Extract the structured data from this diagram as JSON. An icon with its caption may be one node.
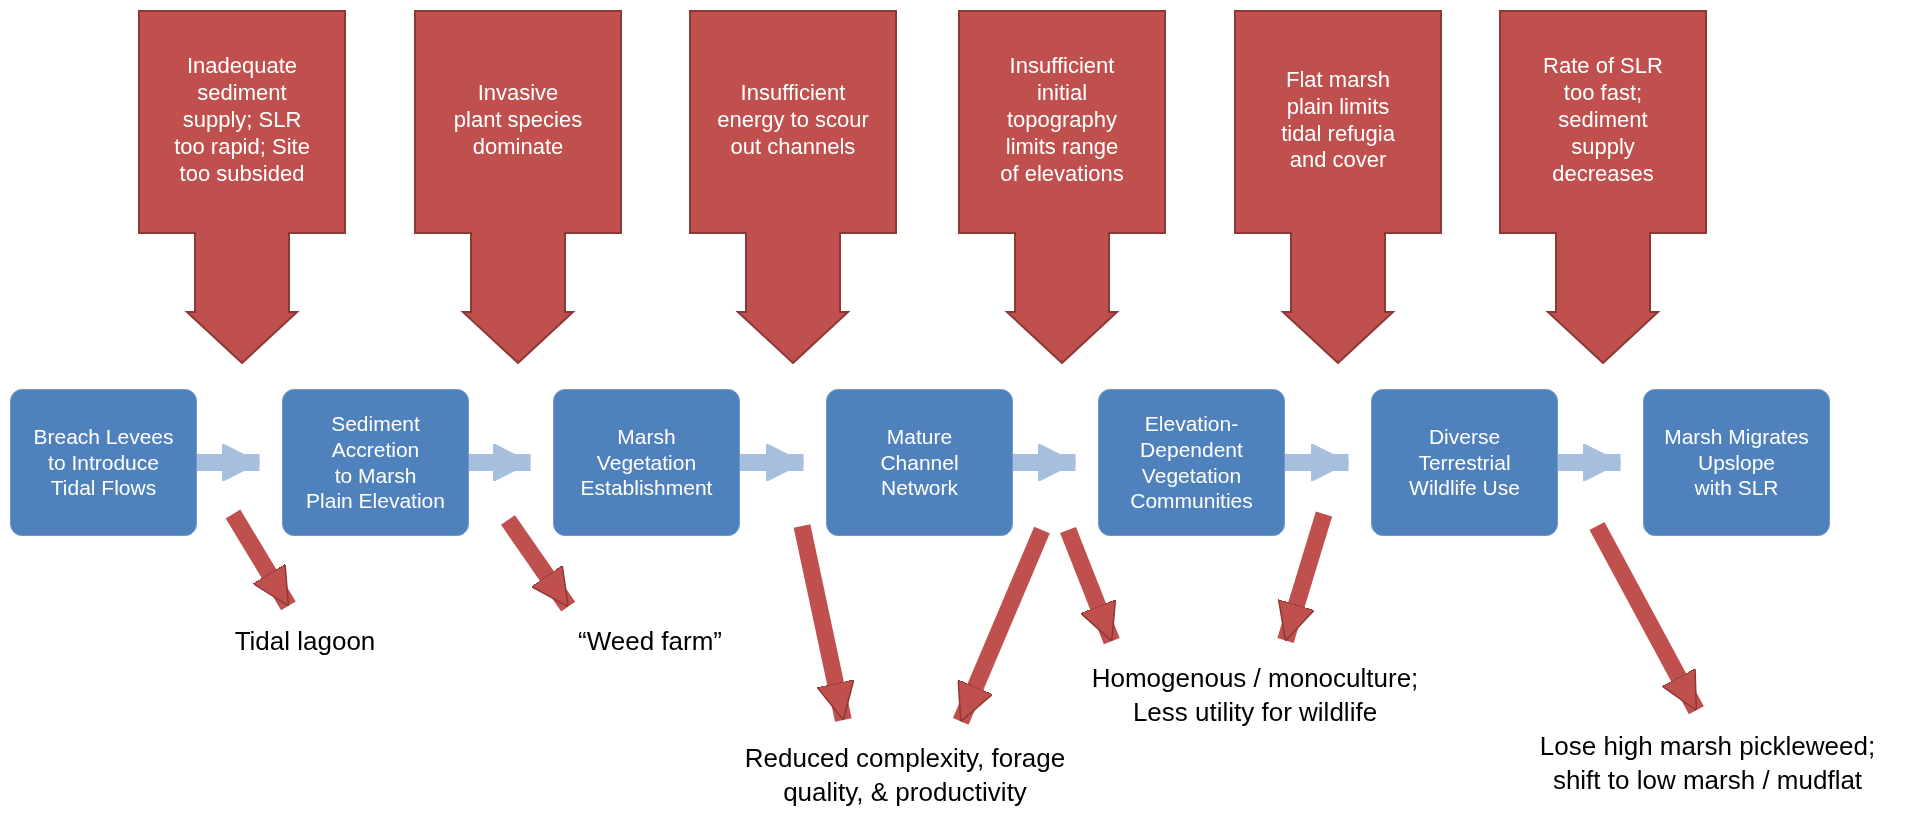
{
  "diagram": {
    "nodes": [
      {
        "text": [
          "Inadequate sediment supply; SLR too rapid; Site too subsided"
        ]
      },
      {
        "text": [
          "Invasive plant species dominate"
        ]
      },
      {
        "text": [
          "Insufficient energy to scour out channels"
        ]
      },
      {
        "text": [
          "Insufficient initial topography limits range of elevations"
        ]
      },
      {
        "text": [
          "Flat marsh plain limits tidal refugia and cover"
        ]
      },
      {
        "text": [
          "Rate of SLR too fast; sediment supply decreases"
        ]
      },
      {
        "text": [
          "Breach Levees to Introduce Tidal Flows"
        ]
      },
      {
        "text": [
          "Sediment Accretion to Marsh Plain Elevation"
        ]
      },
      {
        "text": [
          "Marsh Vegetation Establishment"
        ]
      },
      {
        "text": [
          "Mature Channel Network"
        ]
      },
      {
        "text": [
          "Elevation-Dependent Vegetation Communities"
        ]
      },
      {
        "text": [
          "Diverse Terrestrial Wildlife Use"
        ]
      },
      {
        "text": [
          "Marsh Migrates Upslope with SLR"
        ]
      },
      {
        "text": [
          "Tidal lagoon"
        ]
      },
      {
        "text": [
          "“Weed farm”"
        ]
      },
      {
        "text": [
          "Reduced complexity, forage quality, & productivity"
        ]
      },
      {
        "text": [
          "Homogenous / monoculture; Less utility for wildlife"
        ]
      },
      {
        "text": [
          "Lose high marsh pickleweed; shift to low marsh / mudflat"
        ]
      }
    ],
    "edges": [
      {
        "from": 6,
        "to": 7,
        "arrow": "to",
        "color": "#a7bfde"
      },
      {
        "from": 7,
        "to": 8,
        "arrow": "to",
        "color": "#a7bfde"
      },
      {
        "from": 8,
        "to": 9,
        "arrow": "to",
        "color": "#a7bfde"
      },
      {
        "from": 9,
        "to": 10,
        "arrow": "to",
        "color": "#a7bfde"
      },
      {
        "from": 10,
        "to": 11,
        "arrow": "to",
        "color": "#a7bfde"
      },
      {
        "from": 11,
        "to": 12,
        "arrow": "to",
        "color": "#a7bfde"
      },
      {
        "from": null,
        "to": 13,
        "arrow": "to",
        "color": "#c0504d"
      },
      {
        "from": null,
        "to": 14,
        "arrow": "to",
        "color": "#c0504d"
      },
      {
        "from": null,
        "to": 15,
        "arrow": "to",
        "color": "#c0504d"
      },
      {
        "from": null,
        "to": 15,
        "arrow": "to",
        "color": "#c0504d"
      },
      {
        "from": null,
        "to": 16,
        "arrow": "to",
        "color": "#c0504d"
      },
      {
        "from": null,
        "to": 16,
        "arrow": "to",
        "color": "#c0504d"
      },
      {
        "from": null,
        "to": 17,
        "arrow": "to",
        "color": "#c0504d"
      }
    ]
  }
}
